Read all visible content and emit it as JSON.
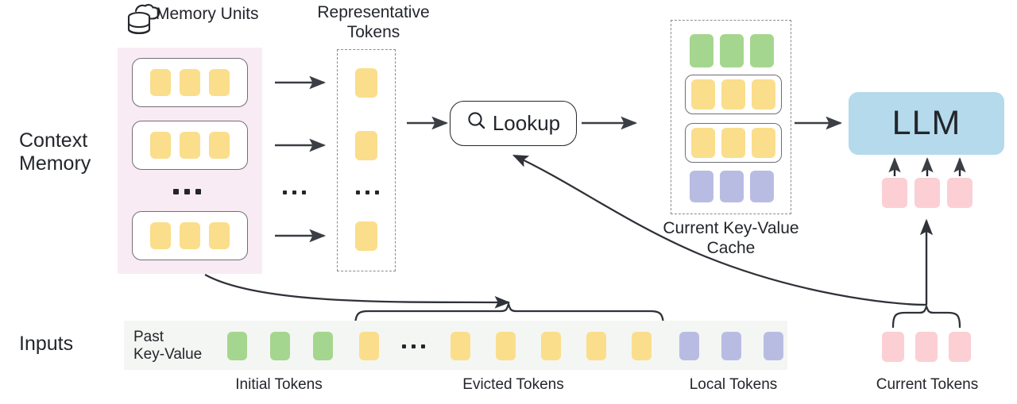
{
  "diagram": {
    "title_icon": "cloud-database-icon",
    "memory_units_label": "Memory Units",
    "representative_tokens_label": "Representative\nTokens",
    "context_memory_label": "Context\nMemory",
    "inputs_label": "Inputs",
    "lookup_label": "Lookup",
    "lookup_icon": "magnifier-icon",
    "llm_label": "LLM",
    "kv_cache_label": "Current Key-Value\nCache",
    "past_key_value_label": "Past\nKey-Value",
    "ellipsis": "...",
    "bottom_labels": {
      "initial": "Initial Tokens",
      "evicted": "Evicted Tokens",
      "local": "Local Tokens",
      "current": "Current Tokens"
    },
    "colors": {
      "token_yellow": "#FBDE8B",
      "token_green": "#A5D68F",
      "token_purple": "#B9BCE2",
      "token_pink": "#FBCFD3",
      "context_memory_bg": "#F9EBF4",
      "llm_box": "#B4DAEC",
      "input_strip_bg": "#F4F6F4",
      "stroke": "#3b3e44"
    },
    "memory_units": [
      {
        "tokens": [
          "yellow",
          "yellow",
          "yellow"
        ]
      },
      {
        "tokens": [
          "yellow",
          "yellow",
          "yellow"
        ]
      },
      {
        "tokens": [
          "yellow",
          "yellow",
          "yellow"
        ]
      }
    ],
    "representative_tokens": [
      "yellow",
      "yellow",
      "yellow"
    ],
    "kv_cache_rows": [
      {
        "boxed": false,
        "tokens": [
          "green",
          "green",
          "green"
        ]
      },
      {
        "boxed": true,
        "tokens": [
          "yellow",
          "yellow",
          "yellow"
        ]
      },
      {
        "boxed": true,
        "tokens": [
          "yellow",
          "yellow",
          "yellow"
        ]
      },
      {
        "boxed": false,
        "tokens": [
          "purple",
          "purple",
          "purple"
        ]
      }
    ],
    "llm_input_tokens": [
      "pink",
      "pink",
      "pink"
    ],
    "input_sequence": {
      "initial": [
        "green",
        "green",
        "green"
      ],
      "evicted_head": [
        "yellow"
      ],
      "evicted_tail": [
        "yellow",
        "yellow",
        "yellow",
        "yellow",
        "yellow"
      ],
      "local": [
        "purple",
        "purple",
        "purple"
      ]
    },
    "current_tokens": [
      "pink",
      "pink",
      "pink"
    ]
  }
}
